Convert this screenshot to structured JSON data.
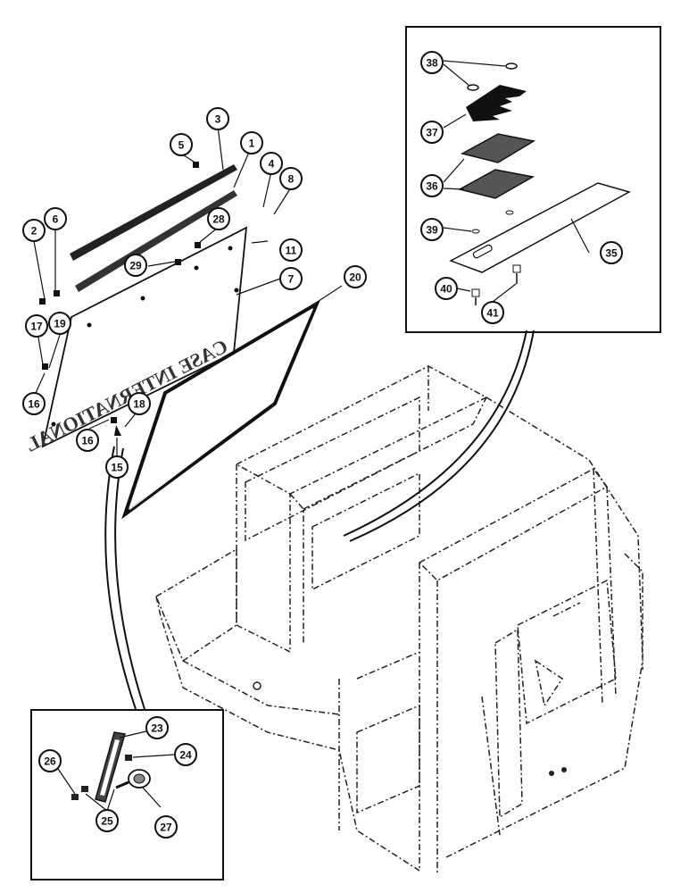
{
  "diagram": {
    "type": "exploded parts diagram",
    "subject": "tractor cab roof hatch / window assembly",
    "logo_text": "CASE INTERNATIONAL",
    "callouts": [
      "1",
      "2",
      "3",
      "4",
      "5",
      "6",
      "7",
      "8",
      "11",
      "15",
      "16",
      "16",
      "17",
      "18",
      "19",
      "20",
      "23",
      "24",
      "25",
      "26",
      "27",
      "28",
      "29",
      "35",
      "36",
      "37",
      "38",
      "39",
      "40",
      "41"
    ],
    "insets": [
      "top-right roof plate detail",
      "bottom-left latch detail"
    ]
  }
}
